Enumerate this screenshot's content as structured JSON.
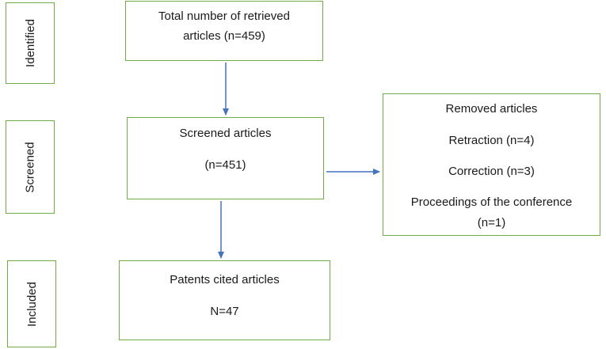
{
  "colors": {
    "box_border": "#70ad47",
    "arrow": "#4472c4"
  },
  "stages": {
    "identified": "Identified",
    "screened": "Screened",
    "included": "Included"
  },
  "retrieved": {
    "line1": "Total number of retrieved",
    "line2": "articles (n=459)"
  },
  "screened": {
    "title": "Screened articles",
    "count": "(n=451)"
  },
  "removed": {
    "title": "Removed articles",
    "retraction": "Retraction (n=4)",
    "correction": "Correction (n=3)",
    "proceedings_line1": "Proceedings of the conference",
    "proceedings_line2": "(n=1)"
  },
  "included": {
    "title": "Patents cited articles",
    "count": "N=47"
  }
}
